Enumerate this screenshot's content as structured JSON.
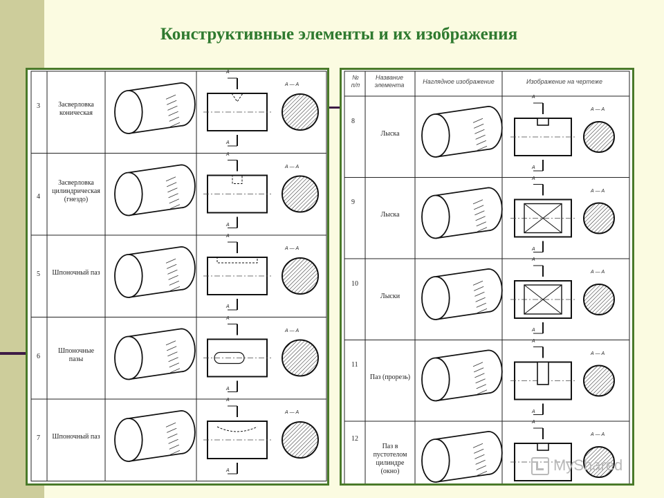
{
  "title": "Конструктивные элементы и их изображения",
  "header": {
    "num": "№\nп/п",
    "name": "Название\nэлемента",
    "visual": "Наглядное изображение",
    "drawing": "Изображение на чертеже"
  },
  "section_label": "А — А",
  "cut_label": "А",
  "left_rows": [
    {
      "num": "3",
      "name": "Засверловка\nконическая",
      "kind": "cone"
    },
    {
      "num": "4",
      "name": "Засверловка\nцилиндрическая\n(гнездо)",
      "kind": "socket"
    },
    {
      "num": "5",
      "name": "Шпоночный паз",
      "kind": "keyway"
    },
    {
      "num": "6",
      "name": "Шпоночные\nпазы",
      "kind": "keyways"
    },
    {
      "num": "7",
      "name": "Шпоночный паз",
      "kind": "keyway2"
    }
  ],
  "right_rows": [
    {
      "num": "8",
      "name": "Лыска",
      "kind": "flat"
    },
    {
      "num": "9",
      "name": "Лыска",
      "kind": "flat2"
    },
    {
      "num": "10",
      "name": "Лыски",
      "kind": "flats"
    },
    {
      "num": "11",
      "name": "Паз (прорезь)",
      "kind": "slot"
    },
    {
      "num": "12",
      "name": "Паз в\nпустотелом\nцилиндре\n(окно)",
      "kind": "window"
    }
  ],
  "watermark": "MyShared",
  "colors": {
    "title": "#2f7a2f",
    "frame": "#4a7a2a",
    "accent_bar": "#cdcd9b",
    "rule": "#3d1b45"
  }
}
